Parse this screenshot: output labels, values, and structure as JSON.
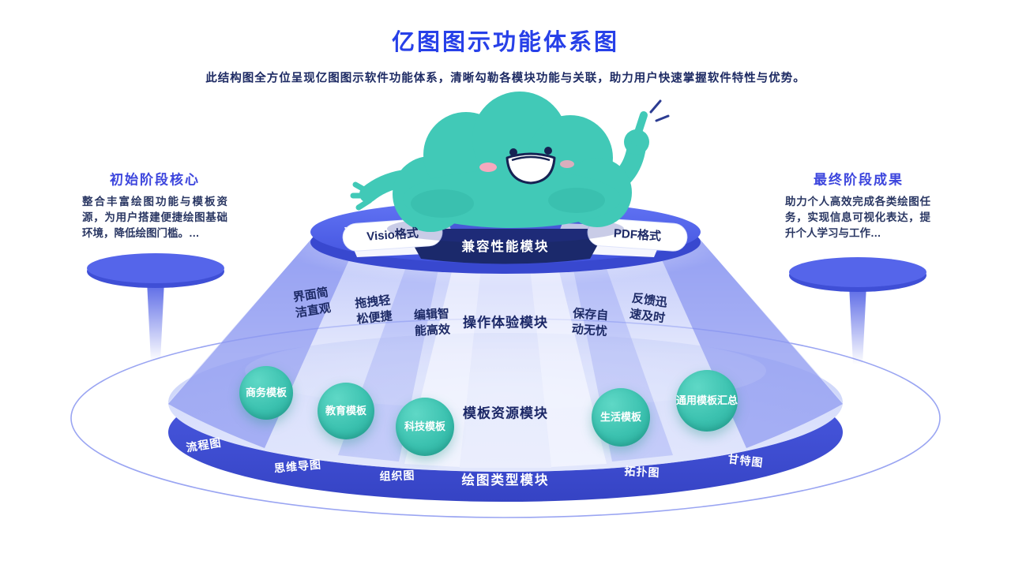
{
  "page": {
    "title": "亿图图示功能体系图",
    "subtitle": "此结构图全方位呈现亿图图示软件功能体系，清晰勾勒各模块功能与关联，助力用户快速掌握软件特性与优势。"
  },
  "side_notes": {
    "left": {
      "heading": "初始阶段核心",
      "body": "整合丰富绘图功能与模板资源，为用户搭建便捷绘图基础环境，降低绘图门槛。…"
    },
    "right": {
      "heading": "最终阶段成果",
      "body": "助力个人高效完成各类绘图任务，实现信息可视化表达，提升个人学习与工作…"
    }
  },
  "tiers": {
    "compatibility": {
      "label": "兼容性能模块",
      "formats": [
        "Visio格式",
        "PDF格式"
      ]
    },
    "experience": {
      "label": "操作体验模块",
      "items": [
        "界面简洁直观",
        "拖拽轻松便捷",
        "编辑智能高效",
        "保存自动无忧",
        "反馈迅速及时"
      ]
    },
    "templates": {
      "label": "模板资源模块",
      "items": [
        "商务模板",
        "教育模板",
        "科技模板",
        "生活模板",
        "通用模板汇总"
      ]
    },
    "drawing_types": {
      "label": "绘图类型模块",
      "items": [
        "流程图",
        "思维导图",
        "组织图",
        "拓扑图",
        "甘特图"
      ]
    }
  },
  "colors": {
    "accent_blue": "#2740E8",
    "ring_blue": "#4C5CE4",
    "navy_band": "#1B296B",
    "teal": "#41C9B7",
    "text_navy": "#273461"
  }
}
